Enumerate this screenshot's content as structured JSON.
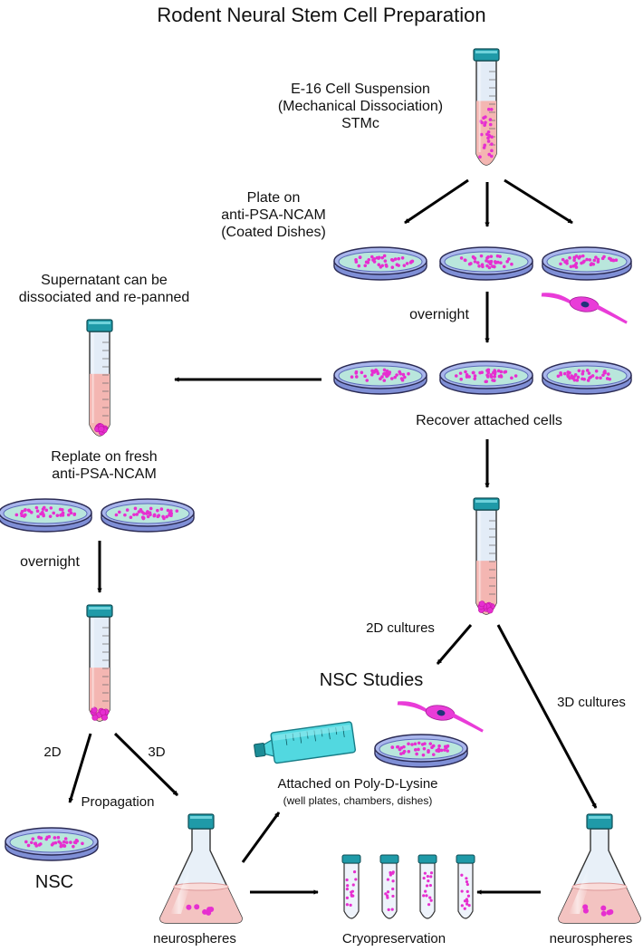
{
  "title": "Rodent Neural Stem Cell Preparation",
  "labels": {
    "cell_suspension": [
      "E-16 Cell Suspension",
      "(Mechanical Dissociation)",
      "STMc"
    ],
    "plate_on": [
      "Plate on",
      "anti-PSA-NCAM",
      "(Coated Dishes)"
    ],
    "overnight_right": "overnight",
    "supernatant": [
      "Supernatant can be",
      "dissociated and re-panned"
    ],
    "recover": "Recover attached cells",
    "replate": [
      "Replate on fresh",
      "anti-PSA-NCAM"
    ],
    "overnight_left": "overnight",
    "cultures_2d": "2D cultures",
    "nsc_studies": "NSC Studies",
    "cultures_3d": "3D cultures",
    "branch_2d": "2D",
    "branch_3d": "3D",
    "propagation": "Propagation",
    "attached_pdl": "Attached on Poly-D-Lysine",
    "attached_pdl_note": "(well plates, chambers, dishes)",
    "nsc": "NSC",
    "neurospheres_left": "neurospheres",
    "cryopreservation": "Cryopreservation",
    "neurospheres_right": "neurospheres"
  },
  "colors": {
    "cap": "#1f9aa8",
    "tube_media": "#f4b6b2",
    "tube_top": "#e3ecf7",
    "cells": "#e62fd0",
    "dish_media": "#b9e6dc",
    "dish_rim": "#a9b6ec",
    "flask_media": "#f3c3c1",
    "flask_body": "#e8f0f8",
    "bottle": "#52d8e0",
    "bottle_cap": "#1c8c96",
    "neuron": "#e93cd8",
    "neuron_nucleus": "#22337a"
  },
  "icons": [
    "tube-icon",
    "dish-icon",
    "flask-icon",
    "bottle-icon",
    "neuron-icon",
    "cryovial-icon"
  ]
}
